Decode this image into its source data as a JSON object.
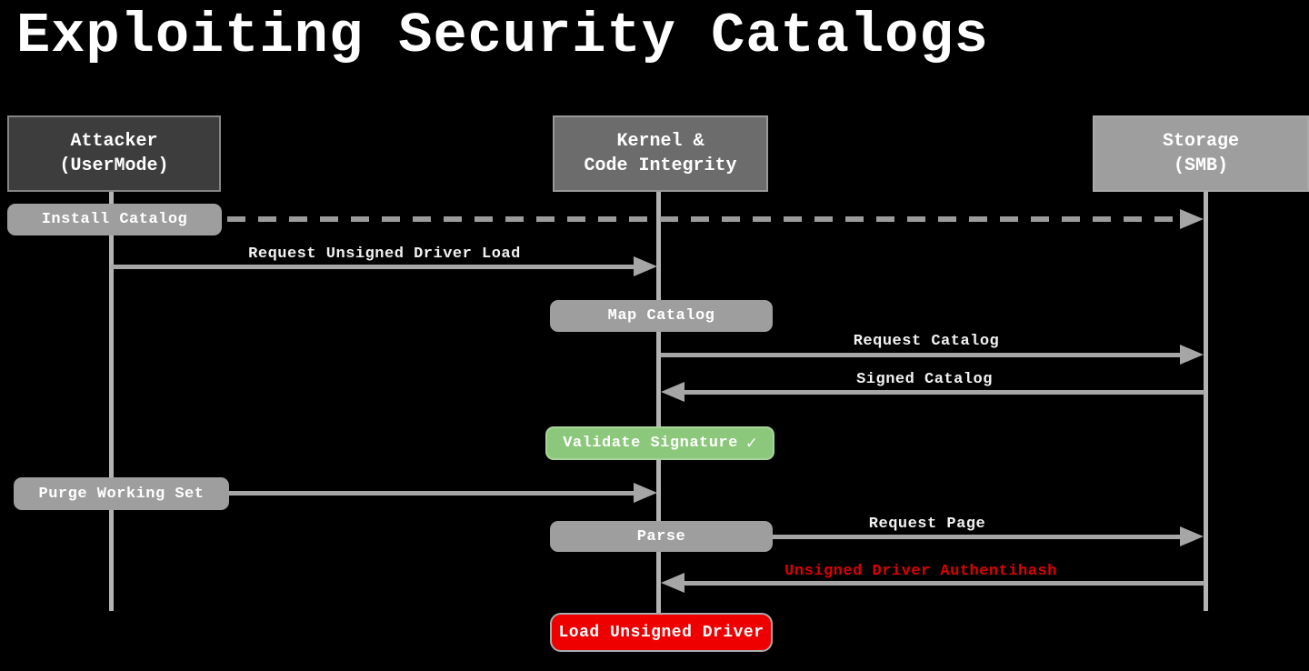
{
  "title": "Exploiting Security Catalogs",
  "colors": {
    "background": "#000000",
    "actor_attacker_fill": "#3d3d3d",
    "actor_kernel_fill": "#6c6c6c",
    "actor_storage_fill": "#9e9e9e",
    "node_fill": "#9e9e9e",
    "success_fill": "#8cc87b",
    "danger_fill": "#ee0000",
    "danger_text": "#dd0000",
    "line_gray": "#a6a6a6",
    "lifeline_gray": "#b3b3b3",
    "text_white": "#ffffff"
  },
  "actors": [
    {
      "id": "attacker",
      "line1": "Attacker",
      "line2": "(UserMode)"
    },
    {
      "id": "kernel",
      "line1": "Kernel &",
      "line2": "Code Integrity"
    },
    {
      "id": "storage",
      "line1": "Storage",
      "line2": "(SMB)"
    }
  ],
  "nodes": {
    "install_catalog": "Install Catalog",
    "map_catalog": "Map Catalog",
    "validate_signature": "Validate Signature",
    "purge_working_set": "Purge Working Set",
    "parse": "Parse",
    "load_unsigned_driver": "Load Unsigned Driver"
  },
  "icons": {
    "check": "✓"
  },
  "messages": {
    "request_unsigned_driver_load": "Request Unsigned Driver Load",
    "request_catalog": "Request Catalog",
    "signed_catalog": "Signed Catalog",
    "request_page": "Request Page",
    "unsigned_driver_authentihash": "Unsigned Driver Authentihash"
  }
}
